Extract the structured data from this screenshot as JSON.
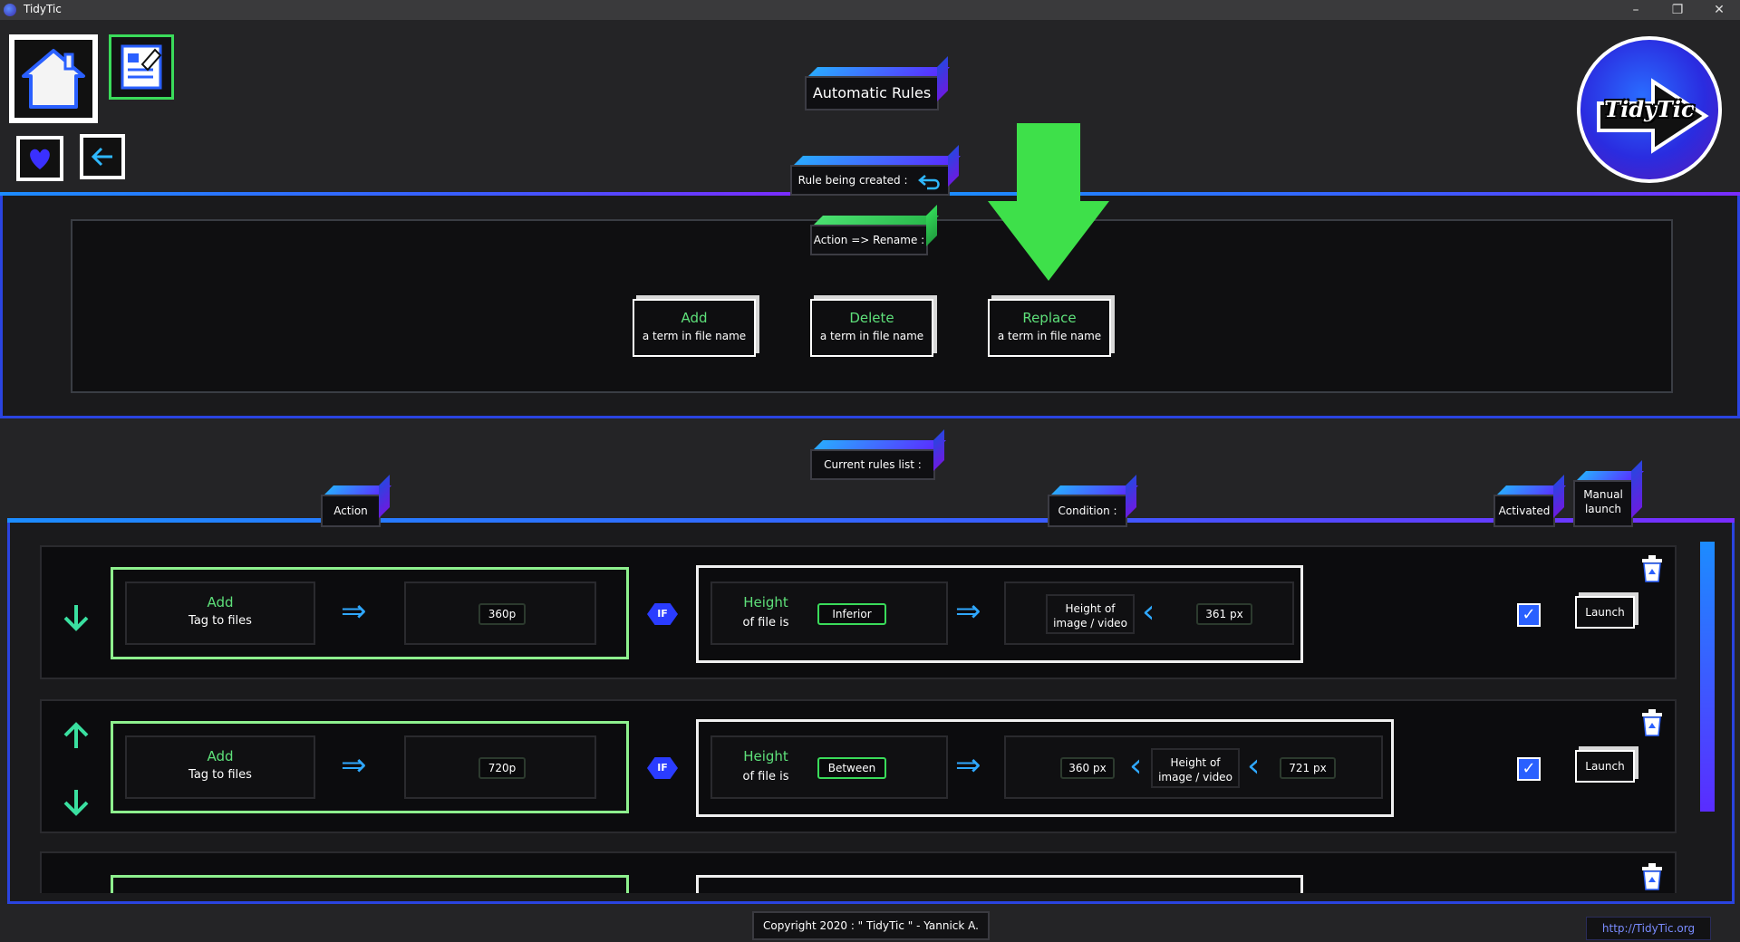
{
  "window": {
    "title": "TidyTic",
    "minimize": "–",
    "restore": "❐",
    "close": "✕"
  },
  "header": {
    "page_title": "Automatic Rules",
    "logo_text": "TidyTic"
  },
  "creation": {
    "label": "Rule being created :",
    "action_label": "Action => Rename :",
    "options": [
      {
        "title": "Add",
        "subtitle": "a term in file name"
      },
      {
        "title": "Delete",
        "subtitle": "a term in file name"
      },
      {
        "title": "Replace",
        "subtitle": "a term in file name"
      }
    ]
  },
  "rules_list": {
    "label": "Current rules list :",
    "col_action": "Action",
    "col_condition": "Condition :",
    "col_activated": "Activated",
    "col_manual_line1": "Manual",
    "col_manual_line2": "launch",
    "rows": [
      {
        "action_title": "Add",
        "action_sub": "Tag to files",
        "tag": "360p",
        "if_label": "IF",
        "cond_title": "Height",
        "cond_sub": "of file is",
        "operator": "Inferior",
        "target_line1": "Height of",
        "target_line2": "image / video",
        "value": "361 px",
        "launch": "Launch"
      },
      {
        "action_title": "Add",
        "action_sub": "Tag to files",
        "tag": "720p",
        "if_label": "IF",
        "cond_title": "Height",
        "cond_sub": "of file is",
        "operator": "Between",
        "min_value": "360 px",
        "target_line1": "Height of",
        "target_line2": "image / video",
        "value": "721 px",
        "launch": "Launch"
      }
    ]
  },
  "footer": {
    "copyright": "Copyright 2020 : \" TidyTic \" - Yannick A.",
    "url": "http://TidyTic.org"
  },
  "colors": {
    "accent_blue": "#1c8cff",
    "accent_purple": "#7a2cff",
    "accent_green": "#3adb5a",
    "background": "#242426"
  }
}
